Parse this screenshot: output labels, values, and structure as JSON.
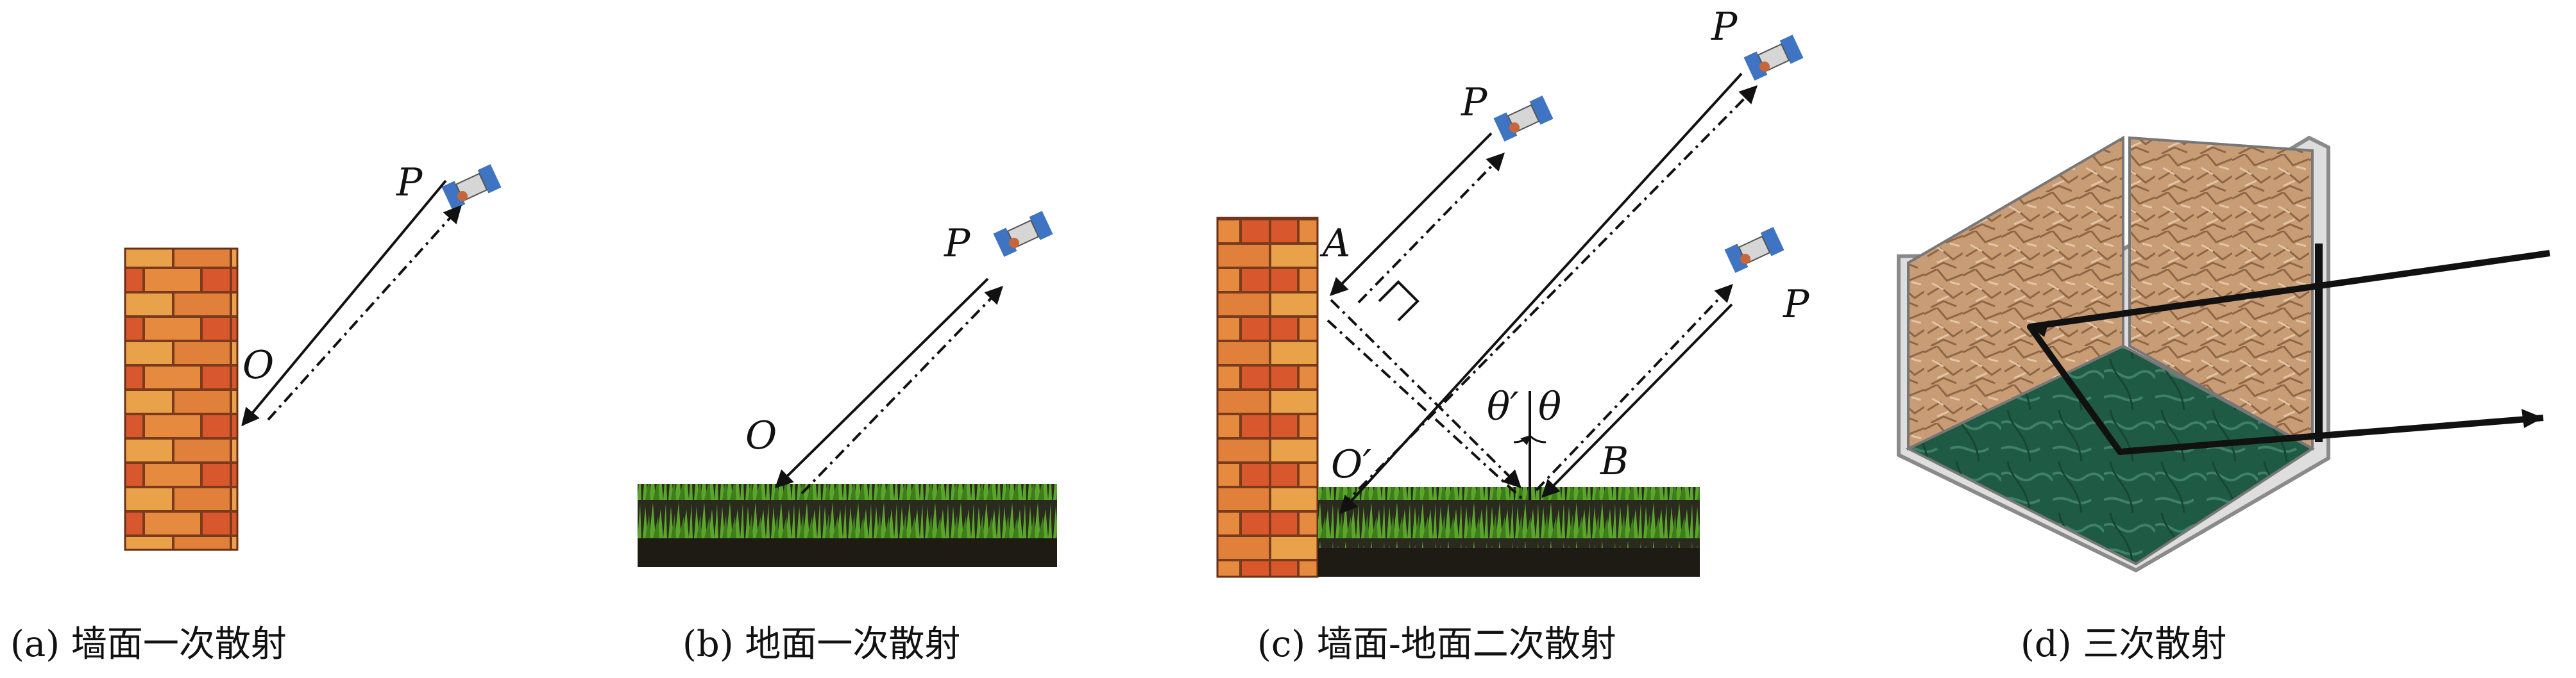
{
  "captions": {
    "a": "(a) 墙面一次散射",
    "b": "(b) 地面一次散射",
    "c": "(c) 墙面-地面二次散射",
    "d": "(d) 三次散射"
  },
  "labels": {
    "a_P": "P",
    "a_O": "O",
    "b_P": "P",
    "b_O": "O",
    "c_P1": "P",
    "c_P2": "P",
    "c_P3": "P",
    "c_A": "A",
    "c_B": "B",
    "c_O": "O′",
    "c_theta_prime": "θ′",
    "c_theta": "θ"
  },
  "colors": {
    "brick_light": "#e9a24a",
    "brick_dark": "#d9572c",
    "mortar": "#7a3b1c",
    "grass": "#4f9a23",
    "soil": "#1e1a14",
    "wall_texture": "#c9a07a",
    "floor_marble": "#1f5a45",
    "frame_grey": "#9a9a9a"
  },
  "icons": [
    "satellite-icon",
    "brick-wall-icon",
    "grass-ground-icon",
    "corner-reflector-icon"
  ]
}
